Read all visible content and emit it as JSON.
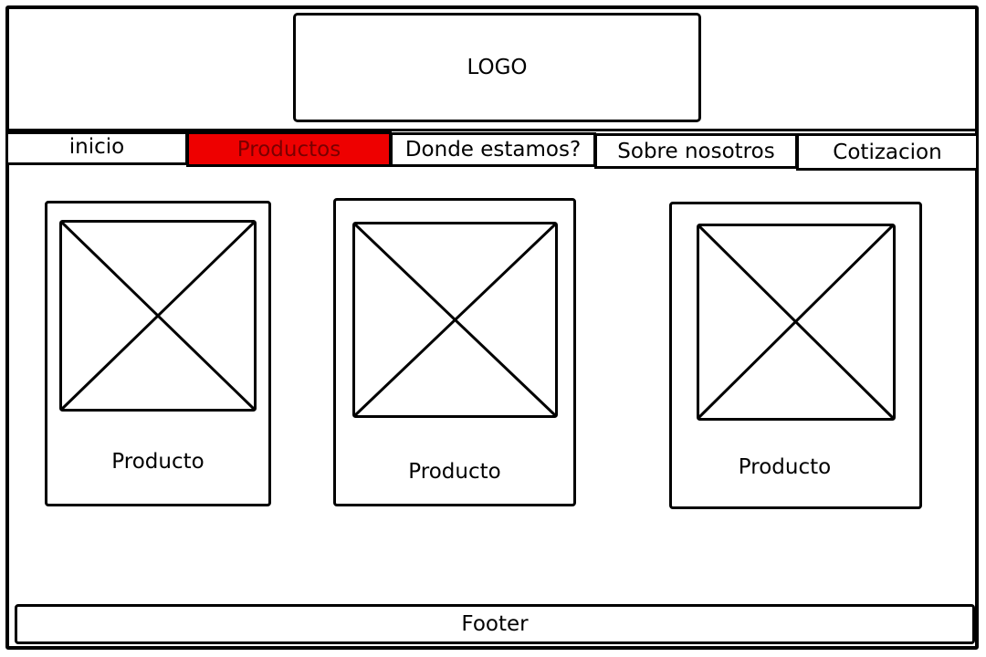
{
  "header": {
    "logo_text": "LOGO"
  },
  "nav": {
    "items": [
      {
        "label": "inicio"
      },
      {
        "label": "Productos"
      },
      {
        "label": "Donde estamos?"
      },
      {
        "label": "Sobre nosotros"
      },
      {
        "label": "Cotizacion"
      }
    ],
    "active_color": "#ee0000"
  },
  "products": [
    {
      "label": "Producto",
      "image_icon": "image-placeholder-icon"
    },
    {
      "label": "Producto",
      "image_icon": "image-placeholder-icon"
    },
    {
      "label": "Producto",
      "image_icon": "image-placeholder-icon"
    }
  ],
  "footer": {
    "text": "Footer"
  }
}
